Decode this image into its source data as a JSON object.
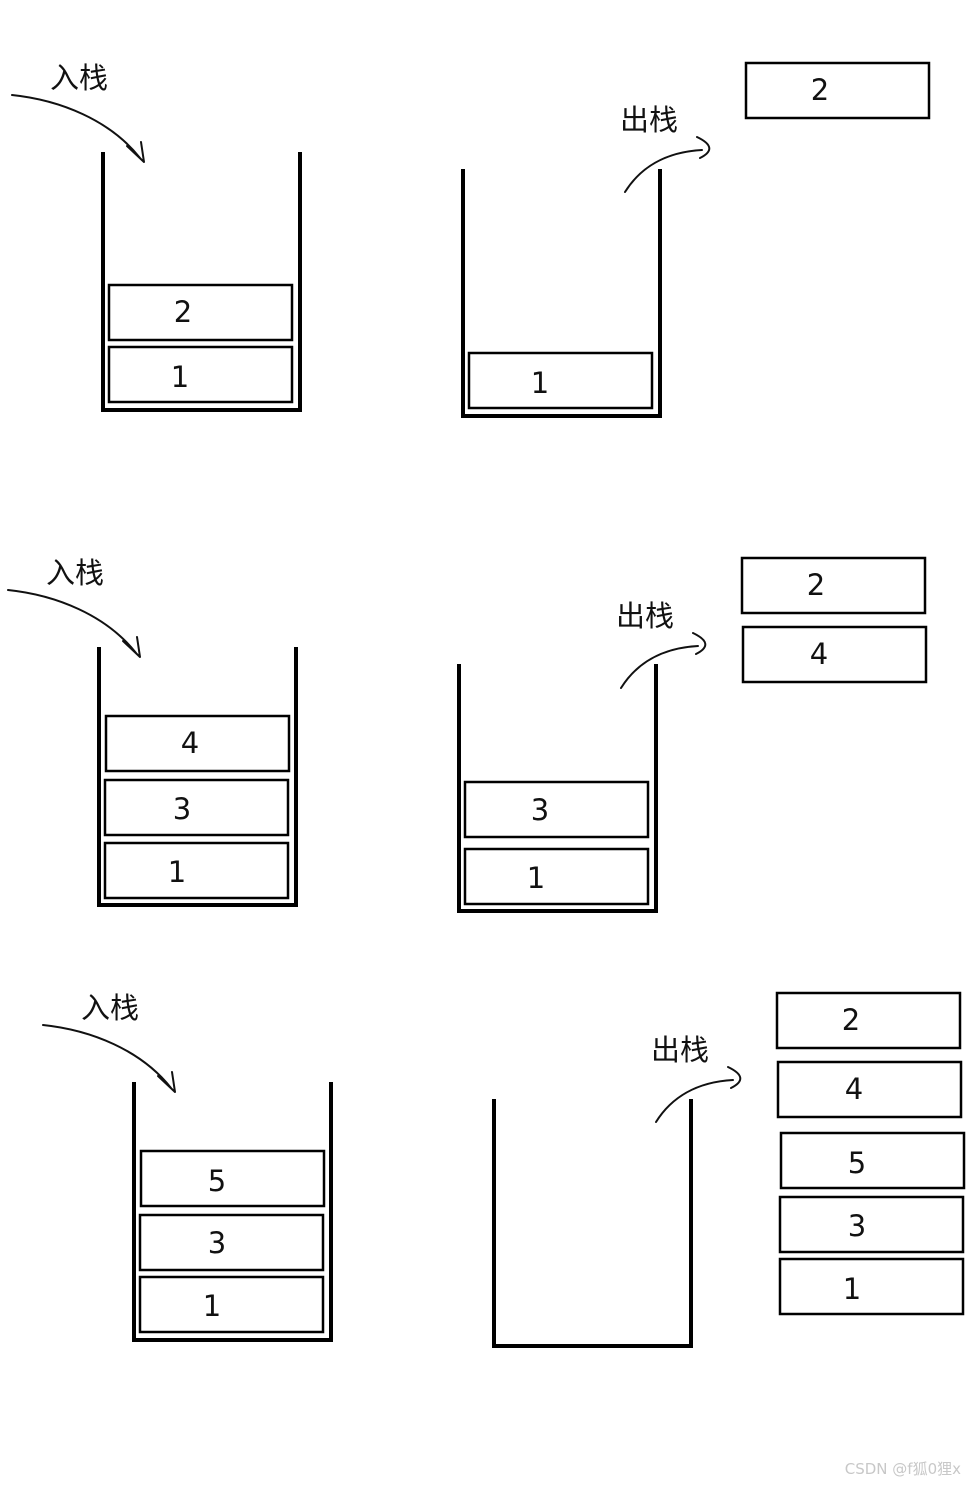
{
  "labels": {
    "push": "入栈",
    "pop": "出栈"
  },
  "rows": [
    {
      "push_stack": [
        "1",
        "2"
      ],
      "pop_stack": [
        "1"
      ],
      "popped": [
        "2"
      ]
    },
    {
      "push_stack": [
        "1",
        "3",
        "4"
      ],
      "pop_stack": [
        "1",
        "3"
      ],
      "popped": [
        "2",
        "4"
      ]
    },
    {
      "push_stack": [
        "1",
        "3",
        "5"
      ],
      "pop_stack": [],
      "popped": [
        "2",
        "4",
        "5",
        "3",
        "1"
      ]
    }
  ],
  "watermark": "CSDN @f狐0狸x",
  "colors": {
    "stroke": "#000000",
    "background": "#ffffff",
    "watermark": "#c8c8c8"
  }
}
